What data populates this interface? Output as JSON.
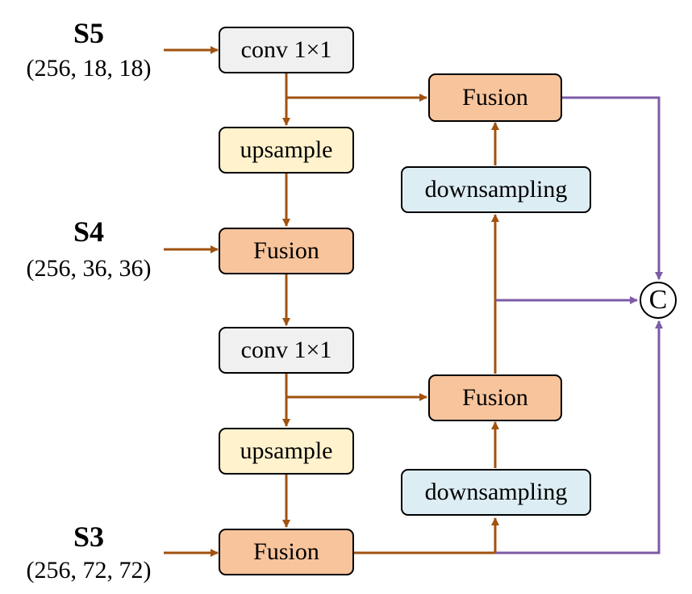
{
  "inputs": [
    {
      "name": "S5",
      "shape": "(256, 18, 18)"
    },
    {
      "name": "S4",
      "shape": "(256, 36, 36)"
    },
    {
      "name": "S3",
      "shape": "(256, 72, 72)"
    }
  ],
  "blocks": {
    "conv_top": "conv 1×1",
    "upsample_top": "upsample",
    "fusion_s4": "Fusion",
    "conv_mid": "conv 1×1",
    "upsample_bottom": "upsample",
    "fusion_s3": "Fusion",
    "downsampling_bottom": "downsampling",
    "fusion_mid_right": "Fusion",
    "downsampling_top": "downsampling",
    "fusion_top_right": "Fusion"
  },
  "concat_symbol": "C",
  "colors": {
    "conv": "#f0f0f0",
    "upsample": "#fff2cc",
    "fusion": "#f8c49c",
    "downsampling": "#dcedf3",
    "main_arrow": "#a0520f",
    "concat_arrow": "#7d5ba6"
  }
}
